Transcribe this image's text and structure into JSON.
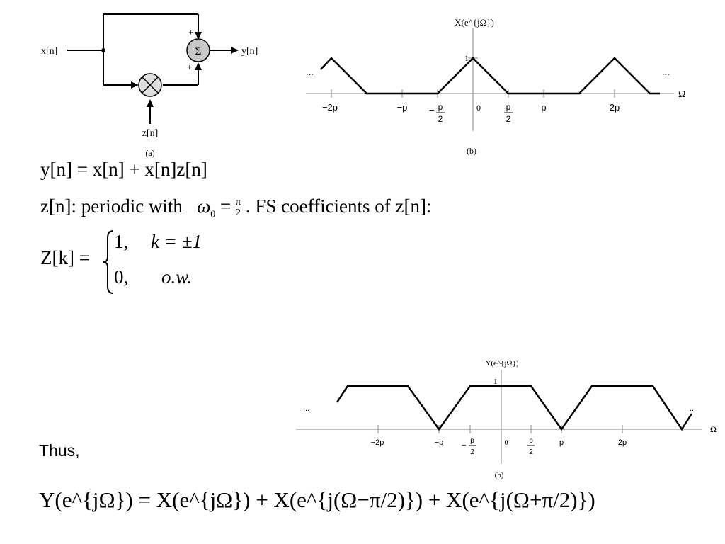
{
  "block_diagram": {
    "input": "x[n]",
    "output": "y[n]",
    "modulator": "z[n]",
    "sum_symbol": "Σ",
    "plus_top": "+",
    "plus_bottom": "+",
    "caption": "(a)"
  },
  "spectrum_x": {
    "ylabel": "X(e^{jΩ})",
    "xlabel": "Ω",
    "peak_label": "1",
    "ticks": [
      "−2p",
      "−p",
      "0",
      "p",
      "2p"
    ],
    "frac_num": "p",
    "frac_den": "2",
    "frac_neg_sign": "−",
    "ellipsis_left": "...",
    "ellipsis_right": "...",
    "caption": "(b)"
  },
  "equations": {
    "line1": "y[n] = x[n] + x[n]z[n]",
    "line2_a": "z[n]: periodic with",
    "line2_omega": "ω",
    "line2_sub": "0",
    "line2_eq": "=",
    "line2_frac_num": "π",
    "line2_frac_den": "2",
    "line2_b": ".   FS coefficients of z[n]:",
    "z_lhs": "Z[k] =",
    "z_case1_val": "1,",
    "z_case1_cond": "k = ±1",
    "z_case2_val": "0,",
    "z_case2_cond": "o.w."
  },
  "spectrum_y": {
    "ylabel": "Y(e^{jΩ})",
    "xlabel": "Ω",
    "level_label": "1",
    "ticks": [
      "−2p",
      "−p",
      "0",
      "p",
      "2p"
    ],
    "frac_num": "p",
    "frac_den": "2",
    "frac_neg_sign": "−",
    "ellipsis_left": "...",
    "ellipsis_right": "...",
    "caption": "(b)"
  },
  "thus_label": "Thus,",
  "final_equation": "Y(e^{jΩ}) = X(e^{jΩ}) + X(e^{j(Ω−π/2)}) + X(e^{j(Ω+π/2)})",
  "colors": {
    "stroke": "#000000",
    "sum_fill": "#c8c8c8",
    "mult_fill": "#e0e0e0"
  }
}
